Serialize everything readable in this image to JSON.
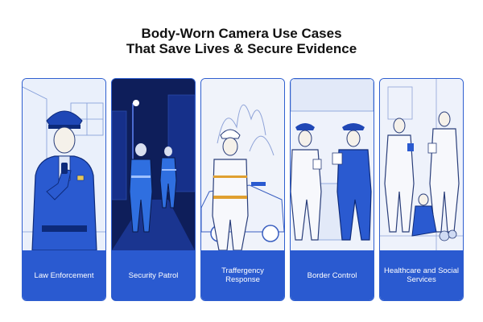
{
  "header": {
    "title_line1": "Body-Worn Camera Use Cases",
    "title_line2": "That Save Lives & Secure Evidence"
  },
  "panels": [
    {
      "label": "Law Enforcement",
      "icon": "police-officer-illustration"
    },
    {
      "label": "Security Patrol",
      "icon": "night-patrol-illustration"
    },
    {
      "label": "Traffergency Response",
      "icon": "firefighter-illustration"
    },
    {
      "label": "Border Control",
      "icon": "border-officers-illustration"
    },
    {
      "label": "Healthcare and Social Services",
      "icon": "healthcare-workers-illustration"
    }
  ],
  "colors": {
    "accent": "#2a5ad0",
    "night": "#0e1e5a",
    "line": "#2f5fcf"
  }
}
